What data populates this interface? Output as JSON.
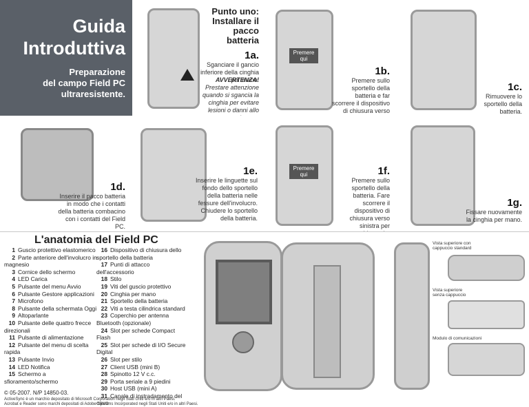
{
  "header": {
    "title_line1": "Guida",
    "title_line2": "Introduttiva",
    "subtitle_line1": "Preparazione",
    "subtitle_line2": "del campo Field PC",
    "subtitle_line3": "ultraresistente."
  },
  "step_one": {
    "title_line1": "Punto uno:",
    "title_line2": "Installare il",
    "title_line3": "pacco",
    "title_line4": "batteria"
  },
  "steps": {
    "a_label": "1a.",
    "a_text": "Sganciare il gancio inferiore della cinghia per mano.",
    "a_warning_title": "AVVERTENZA!",
    "a_warning_text": "Prestare attenzione quando si sgancia la cinghia per evitare lesioni o danni allo schermo.",
    "b_label": "1b.",
    "b_text": "Premere sullo sportello della batteria e far scorrere il dispositivo di chiusura verso destra.",
    "b_press": "Premere qui",
    "c_label": "1c.",
    "c_text": "Rimuovere lo sportello della batteria.",
    "d_label": "1d.",
    "d_text": "Inserire il pacco batteria in modo che i contatti della batteria combacino con i contatti del Field PC.",
    "e_label": "1e.",
    "e_text": "Inserire le linguette sul fondo dello sportello della batteria nelle fessure dell'involucro. Chiudere lo sportello della batteria.",
    "f_label": "1f.",
    "f_text": "Premere sullo sportello della batteria. Fare scorrere il dispositivo di chiusura verso sinistra per bloccarlo.",
    "f_press": "Premere qui",
    "g_label": "1g.",
    "g_text": "Fissare nuovamente la cinghia per mano."
  },
  "anatomy": {
    "title": "L'anatomia del Field PC",
    "col1": [
      {
        "n": "1",
        "t": "Guscio protettivo elastomerico"
      },
      {
        "n": "2",
        "t": "Parte anteriore dell'involucro in magnesio"
      },
      {
        "n": "3",
        "t": "Cornice dello schermo"
      },
      {
        "n": "4",
        "t": "LED Carica"
      },
      {
        "n": "5",
        "t": "Pulsante del menu Avvio"
      },
      {
        "n": "6",
        "t": "Pulsante Gestore applicazioni"
      },
      {
        "n": "7",
        "t": "Microfono"
      },
      {
        "n": "8",
        "t": "Pulsante della schermata Oggi"
      },
      {
        "n": "9",
        "t": "Altoparlante"
      },
      {
        "n": "10",
        "t": "Pulsante delle quattro frecce direzionali"
      },
      {
        "n": "11",
        "t": "Pulsante di alimentazione"
      },
      {
        "n": "12",
        "t": "Pulsante del menu di scelta rapida"
      },
      {
        "n": "13",
        "t": "Pulsante Invio"
      },
      {
        "n": "14",
        "t": "LED Notifica"
      },
      {
        "n": "15",
        "t": "Schermo a sfioramento/schermo"
      }
    ],
    "col2": [
      {
        "n": "16",
        "t": "Dispositivo di chiusura dello sportello della batteria"
      },
      {
        "n": "17",
        "t": "Punti di attacco dell'accessorio"
      },
      {
        "n": "18",
        "t": "Stilo"
      },
      {
        "n": "19",
        "t": "Viti del guscio protettivo"
      },
      {
        "n": "20",
        "t": "Cinghia per mano"
      },
      {
        "n": "21",
        "t": "Sportello della batteria"
      },
      {
        "n": "22",
        "t": "Viti a testa cilindrica standard"
      },
      {
        "n": "23",
        "t": "Coperchio per antenna Bluetooth (opzionale)"
      },
      {
        "n": "24",
        "t": "Slot per schede Compact Flash"
      },
      {
        "n": "25",
        "t": "Slot per schede di I/O Secure Digital"
      },
      {
        "n": "26",
        "t": "Slot per stilo"
      },
      {
        "n": "27",
        "t": "Client USB (mini B)"
      },
      {
        "n": "28",
        "t": "Spinotto 12 V c.c."
      },
      {
        "n": "29",
        "t": "Porta seriale a 9 piedini"
      },
      {
        "n": "30",
        "t": "Host USB (mini A)"
      },
      {
        "n": "31",
        "t": "Canale di instradamento del cavo"
      }
    ],
    "top_view_std": "Vista superiore con cappuccio standard",
    "top_view_nocap": "Vista superiore senza cappuccio",
    "comm_module": "Modulo di comunicazioni"
  },
  "footer": {
    "copyright": "© 05-2007. N/P 14850-03.",
    "trademark1": "ActiveSync è un marchio depositato di Microsoft Corporation negli Stati Uniti e/o in altri Paesi.",
    "trademark2": "Acrobat e Reader sono marchi depositati di Adobe Systems Incorporated negli Stati Uniti e/o in altri Paesi."
  }
}
